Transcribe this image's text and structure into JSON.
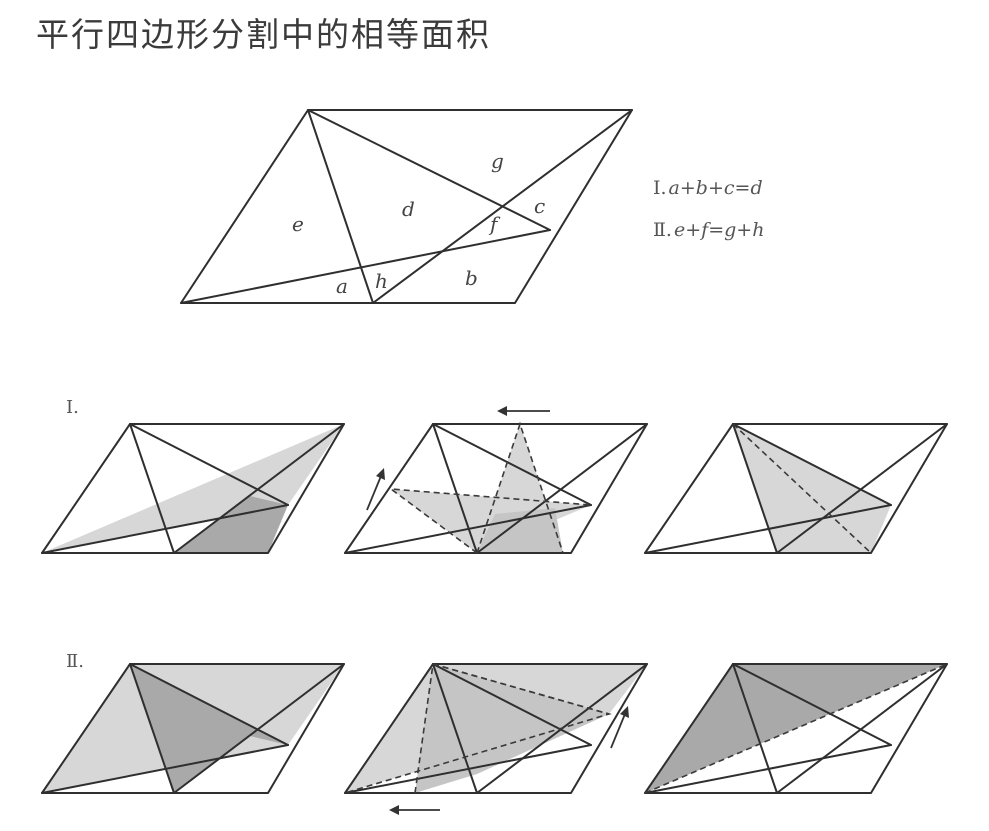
{
  "title": "平行四边形分割中的相等面积",
  "main_diagram": {
    "region_labels": {
      "a": "a",
      "b": "b",
      "c": "c",
      "d": "d",
      "e": "e",
      "f": "f",
      "g": "g",
      "h": "h"
    },
    "statements": {
      "one": {
        "numeral": "Ⅰ.",
        "lhs": [
          "a",
          "b",
          "c"
        ],
        "rhs": [
          "d"
        ]
      },
      "two": {
        "numeral": "Ⅱ.",
        "lhs": [
          "e",
          "f"
        ],
        "rhs": [
          "g",
          "h"
        ]
      }
    },
    "plus_sign": "+",
    "equals_sign": "="
  },
  "rows": {
    "one": {
      "label": "Ⅰ."
    },
    "two": {
      "label": "Ⅱ."
    }
  },
  "colors": {
    "line": "#2f2f2f",
    "shade_light": "#d7d7d7",
    "shade_medium": "#c5c5c5",
    "shade_dark": "#a9a9a9"
  }
}
